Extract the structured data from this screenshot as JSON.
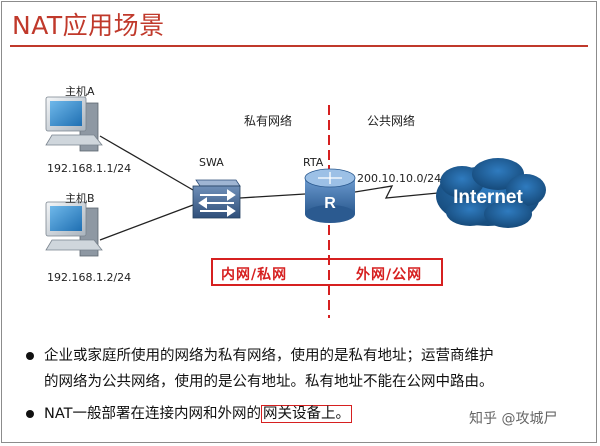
{
  "title": "NAT应用场景",
  "hosts": [
    {
      "name": "主机A",
      "ip": "192.168.1.1/24"
    },
    {
      "name": "主机B",
      "ip": "192.168.1.2/24"
    }
  ],
  "switch_label": "SWA",
  "router_label": "RTA",
  "router_glyph": "R",
  "wan_ip": "200.10.10.0/24",
  "internet_label": "Internet",
  "zones": {
    "private_network": "私有网络",
    "public_network": "公共网络",
    "inner_label": "内网/私网",
    "outer_label": "外网/公网"
  },
  "bullets": {
    "b1_line1": "企业或家庭所使用的网络为私有网络，使用的是私有地址；运营商维护",
    "b1_line2": "的网络为公共网络，使用的是公有地址。私有地址不能在公网中路由。",
    "b2_prefix": "NAT一般部署在连接内网和外网的",
    "b2_highlight": "网关设备上。"
  },
  "watermark": "知乎 @攻城尸",
  "colors": {
    "accent": "#c0392b",
    "zone_red": "#d62020",
    "cloud_blue": "#1b5b8e",
    "router_blue": "#3d6fa6"
  }
}
